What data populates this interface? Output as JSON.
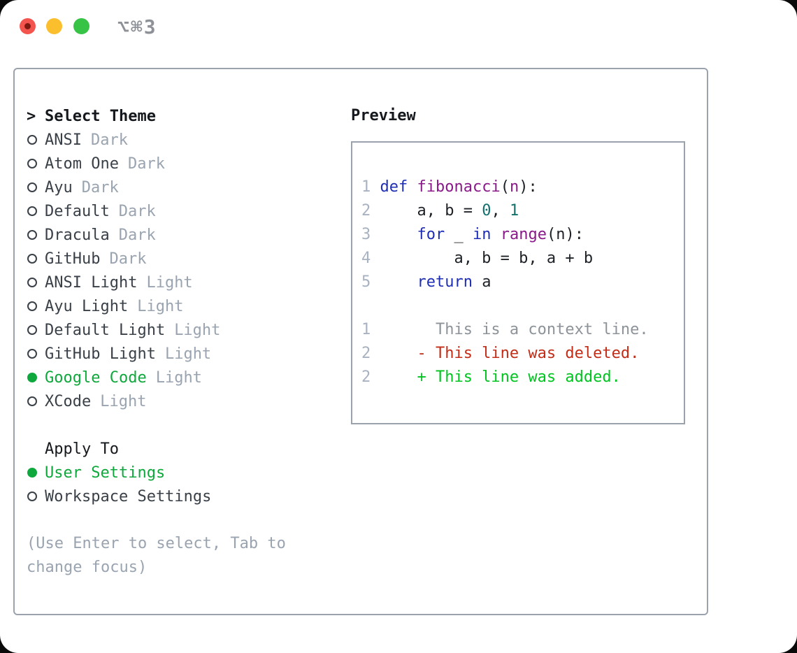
{
  "window": {
    "title": "⌥⌘3"
  },
  "theme_list": {
    "prompt": ">",
    "header": "Select Theme",
    "items": [
      {
        "name": "ANSI",
        "variant": "Dark",
        "selected": false
      },
      {
        "name": "Atom One",
        "variant": "Dark",
        "selected": false
      },
      {
        "name": "Ayu",
        "variant": "Dark",
        "selected": false
      },
      {
        "name": "Default",
        "variant": "Dark",
        "selected": false
      },
      {
        "name": "Dracula",
        "variant": "Dark",
        "selected": false
      },
      {
        "name": "GitHub",
        "variant": "Dark",
        "selected": false
      },
      {
        "name": "ANSI Light",
        "variant": "Light",
        "selected": false
      },
      {
        "name": "Ayu Light",
        "variant": "Light",
        "selected": false
      },
      {
        "name": "Default Light",
        "variant": "Light",
        "selected": false
      },
      {
        "name": "GitHub Light",
        "variant": "Light",
        "selected": false
      },
      {
        "name": "Google Code",
        "variant": "Light",
        "selected": true
      },
      {
        "name": "XCode",
        "variant": "Light",
        "selected": false
      }
    ]
  },
  "apply_to": {
    "header": "Apply To",
    "items": [
      {
        "name": "User Settings",
        "selected": true
      },
      {
        "name": "Workspace Settings",
        "selected": false
      }
    ]
  },
  "hint": "(Use Enter to select, Tab to change focus)",
  "preview": {
    "header": "Preview",
    "code_lines": [
      {
        "num": "1",
        "segments": [
          {
            "text": "def",
            "color": "keyword"
          },
          {
            "text": " ",
            "color": "plain"
          },
          {
            "text": "fibonacci",
            "color": "function"
          },
          {
            "text": "(",
            "color": "plain"
          },
          {
            "text": "n",
            "color": "function"
          },
          {
            "text": "):",
            "color": "plain"
          }
        ]
      },
      {
        "num": "2",
        "segments": [
          {
            "text": "    a, b = ",
            "color": "plain"
          },
          {
            "text": "0",
            "color": "number"
          },
          {
            "text": ", ",
            "color": "plain"
          },
          {
            "text": "1",
            "color": "number"
          }
        ]
      },
      {
        "num": "3",
        "segments": [
          {
            "text": "    ",
            "color": "plain"
          },
          {
            "text": "for",
            "color": "keyword"
          },
          {
            "text": " _ ",
            "color": "plain"
          },
          {
            "text": "in",
            "color": "keyword"
          },
          {
            "text": " ",
            "color": "plain"
          },
          {
            "text": "range",
            "color": "function"
          },
          {
            "text": "(n):",
            "color": "plain"
          }
        ]
      },
      {
        "num": "4",
        "segments": [
          {
            "text": "        a, b = b, a + b",
            "color": "plain"
          }
        ]
      },
      {
        "num": "5",
        "segments": [
          {
            "text": "    ",
            "color": "plain"
          },
          {
            "text": "return",
            "color": "keyword"
          },
          {
            "text": " a",
            "color": "plain"
          }
        ]
      },
      {
        "num": "",
        "segments": []
      },
      {
        "num": "1",
        "segments": [
          {
            "text": "      This is a context line.",
            "color": "context"
          }
        ]
      },
      {
        "num": "2",
        "segments": [
          {
            "text": "    - This line was deleted.",
            "color": "deleted"
          }
        ]
      },
      {
        "num": "2",
        "segments": [
          {
            "text": "    + This line was added.",
            "color": "added"
          }
        ]
      }
    ]
  },
  "colors": {
    "accent_green": "#0fa83c",
    "added_green": "#00c41f",
    "deleted_red": "#c32d18",
    "keyword_blue": "#1f2fb4",
    "function_purple": "#8a1a89",
    "number_teal": "#13706b",
    "plain_dark": "#1d2126",
    "header_dark": "#15181c",
    "name_dark": "#3a4048",
    "muted_gray": "#9aa4b0",
    "context_gray": "#8d9399",
    "linenum_gray": "#a8b2c1",
    "border_gray": "#9aa2ad",
    "title_gray": "#8e9298",
    "traffic_red": "#f4544e",
    "traffic_red_dot": "#7c1a12",
    "traffic_yellow": "#fbbf2d",
    "traffic_green": "#36c346"
  }
}
